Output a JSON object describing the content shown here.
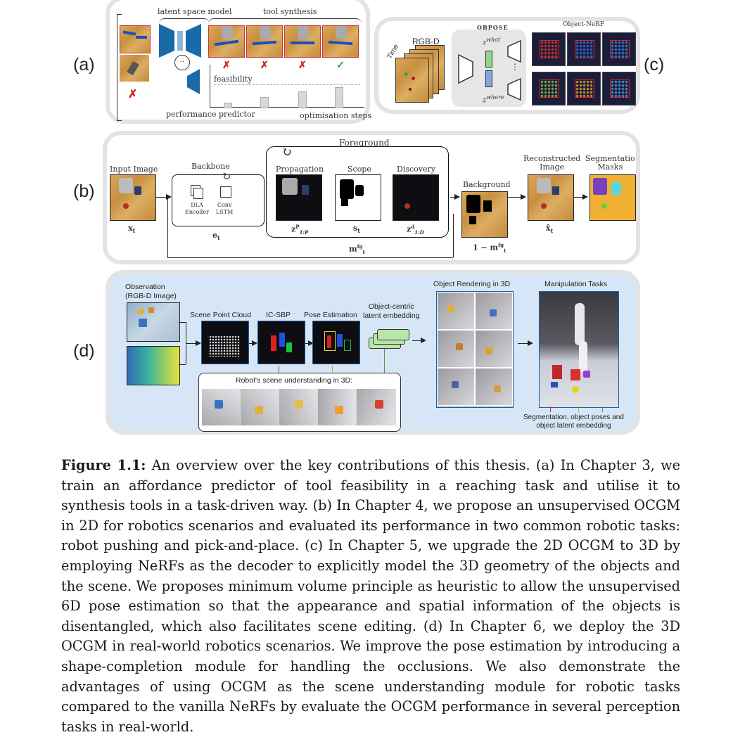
{
  "panel_labels": {
    "a": "(a)",
    "b": "(b)",
    "c": "(c)",
    "d": "(d)"
  },
  "panel_a": {
    "latent_space_model": "latent space model",
    "tool_synthesis": "tool synthesis",
    "feasibility": "feasibility",
    "performance_predictor": "performance predictor",
    "optimisation_steps": "optimisation steps",
    "marks": [
      "✗",
      "✗",
      "✗",
      "✓"
    ],
    "left_mark": "✗",
    "plus_sign": ".."
  },
  "panel_c": {
    "obpose": "OBPOSE",
    "object_nerf": "Object-NeRF",
    "rgbd": "RGB-D",
    "time": "Time",
    "z_what": "z",
    "z_what_sup": "what",
    "z_where": "z",
    "z_where_sup": "where",
    "dots": "⋮"
  },
  "panel_b": {
    "foreground": "Foreground",
    "input_image": "Input Image",
    "x_t": "x",
    "x_t_sub": "t",
    "backbone": "Backbone",
    "dla_encoder": "DLA\nEncoder",
    "conv_lstm": "Conv\nLSTM",
    "e_t": "e",
    "e_t_sub": "t",
    "propagation": "Propagation",
    "scope": "Scope",
    "discovery": "Discovery",
    "z_p": "z",
    "z_p_sup": "P",
    "z_p_sub": "1:P",
    "s_t": "s",
    "s_t_sub": "t",
    "z_d": "z",
    "z_d_sup": "d",
    "z_d_sub": "1:D",
    "m_fg": "m",
    "m_fg_sup": "fg",
    "m_fg_sub": "t",
    "background": "Background",
    "one_minus_m": "1 − m",
    "one_minus_m_sup": "fg",
    "one_minus_m_sub": "t",
    "reconstructed_image": "Reconstructed\nImage",
    "xhat_t": "x̂",
    "xhat_t_sub": "t",
    "segmentation_masks": "Segmentatio\nMasks"
  },
  "panel_d": {
    "observation": "Observation\n(RGB-D Image)",
    "scene_point_cloud": "Scene Point Cloud",
    "ic_sbp": "IC-SBP",
    "pose_estimation": "Pose Estimation",
    "object_centric": "Object-centric\nlatent embedding",
    "object_rendering": "Object Rendering in 3D",
    "manipulation_tasks": "Manipulation Tasks",
    "robot_scene": "Robot's scene understanding in 3D:",
    "segmentation_note": "Segmentation, object poses and\nobject latent embedding"
  },
  "caption": {
    "label": "Figure 1.1:",
    "text": "An overview over the key contributions of this thesis. (a) In Chapter 3, we train an affordance predictor of tool feasibility in a reaching task and utilise it to synthesis tools in a task-driven way. (b) In Chapter 4, we propose an unsupervised OCGM in 2D for robotics scenarios and evaluated its performance in two common robotic tasks: robot pushing and pick-and-place. (c) In Chapter 5, we upgrade the 2D OCGM to 3D by employing NeRFs as the decoder to explicitly model the 3D geometry of the objects and the scene. We proposes minimum volume principle as heuristic to allow the unsupervised 6D pose estimation so that the appearance and spatial information of the objects is disentangled, which also facilitates scene editing. (d) In Chapter 6, we deploy the 3D OCGM in real-world robotics scenarios. We improve the pose estimation by introducing a shape-completion module for handling the occlusions. We also demonstrate the advantages of using OCGM as the scene understanding module for robotic tasks compared to the vanilla NeRFs by evaluate the OCGM performance in several perception tasks in real-world."
  },
  "colors": {
    "panel_border": "#e3e3e3",
    "panel_d_bg": "#d6e6f6",
    "wood": "#d4a050",
    "red_mark": "#cc2222",
    "green_mark": "#2a9a2a",
    "accent_blue": "#1a5ea8",
    "z_green": "#8fd68f",
    "z_blue": "#7fa8e0"
  }
}
